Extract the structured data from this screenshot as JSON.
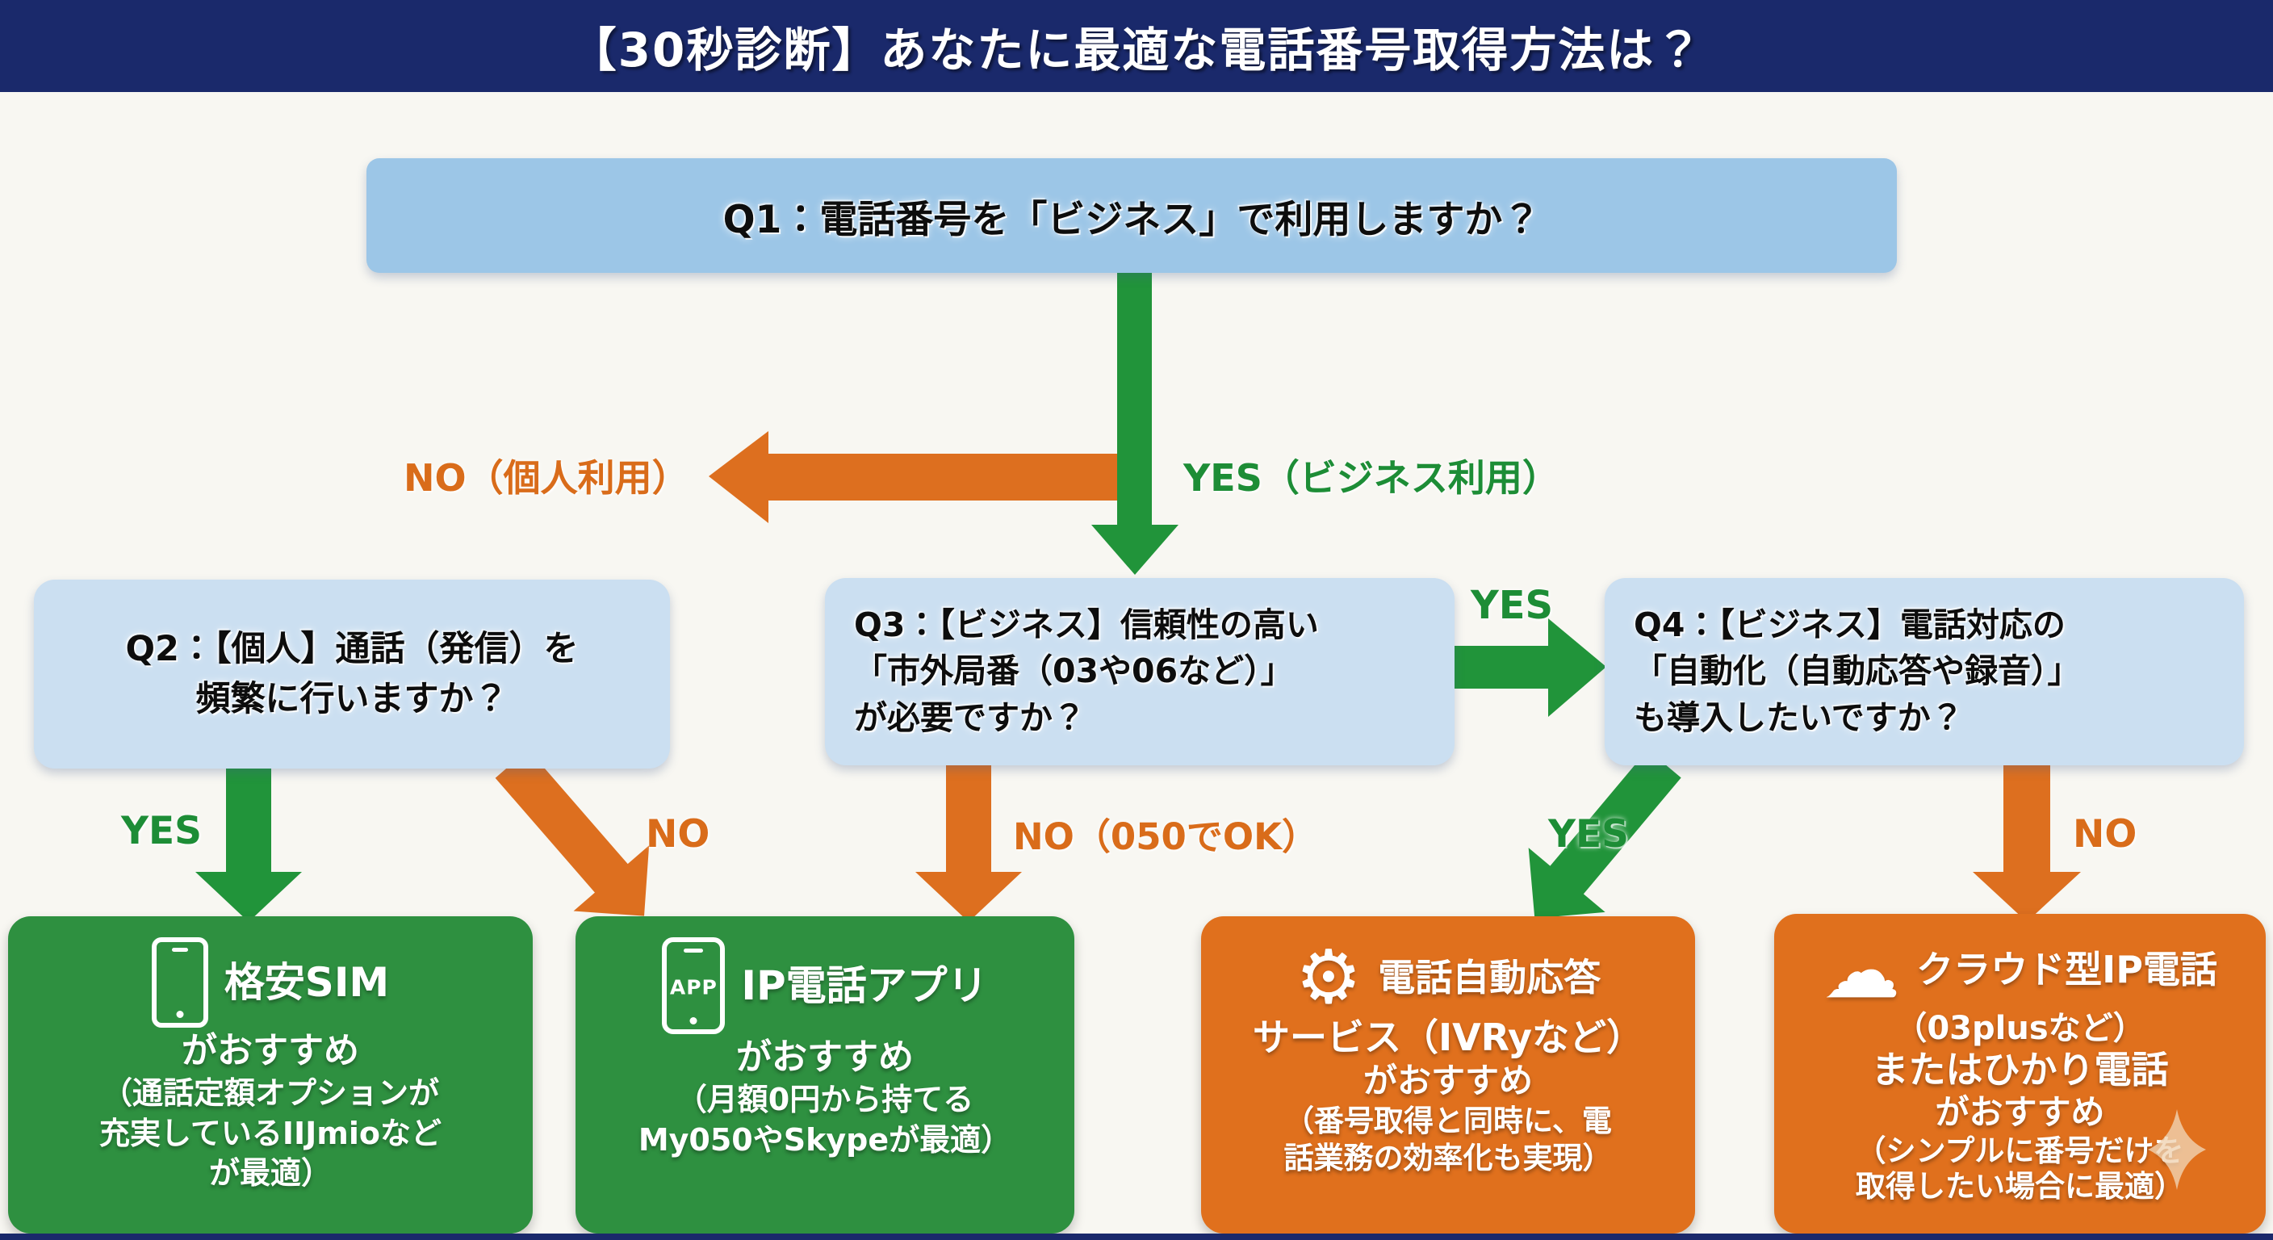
{
  "colors": {
    "navy": "#1a296b",
    "bg": "#f8f7f2",
    "q1_blue": "#9cc6e7",
    "q_blue": "#cbdff1",
    "green": "#21943a",
    "green_label": "#1d8d36",
    "orange": "#dd6f1f",
    "orange_label": "#d96c1a",
    "green_box": "#2e9040",
    "orange_box": "#e0701d",
    "sparkle": "#f0d3b3",
    "white": "#ffffff",
    "text_dark": "#0d0d0d"
  },
  "header": {
    "title": "【30秒診断】あなたに最適な電話番号取得方法は？"
  },
  "questions": {
    "q1": {
      "text": "Q1：電話番号を「ビジネス」で利用しますか？"
    },
    "q2": {
      "line1": "Q2：【個人】通話（発信）を",
      "line2": "頻繁に行いますか？"
    },
    "q3": {
      "line1": "Q3：【ビジネス】信頼性の高い",
      "line2": "「市外局番（03や06など）」",
      "line3": "が必要ですか？"
    },
    "q4": {
      "line1": "Q4：【ビジネス】電話対応の",
      "line2": "「自動化（自動応答や録音）」",
      "line3": "も導入したいですか？"
    }
  },
  "labels": {
    "q1_no": "NO（個人利用）",
    "q1_yes": "YES（ビジネス利用）",
    "q2_yes": "YES",
    "q2_no": "NO",
    "q3_yes": "YES",
    "q3_no": "NO（050でOK）",
    "q4_yes": "YES",
    "q4_no": "NO"
  },
  "results": [
    {
      "icon": "smartphone-icon",
      "title_lines": [
        "格安SIM"
      ],
      "sub_lines": [
        "がおすすめ"
      ],
      "note_lines": [
        "（通話定額オプションが",
        "充実しているIIJmioなど",
        "が最適）"
      ]
    },
    {
      "icon": "app-phone-icon",
      "icon_label": "APP",
      "title_lines": [
        "IP電話アプリ"
      ],
      "sub_lines": [
        "がおすすめ"
      ],
      "note_lines": [
        "（月額0円から持てる",
        "My050やSkypeが最適）"
      ]
    },
    {
      "icon": "gear-icon",
      "icon_glyph": "⚙",
      "title_lines": [
        "電話自動応答",
        "サービス（IVRyなど）"
      ],
      "sub_lines": [
        "がおすすめ"
      ],
      "note_lines": [
        "（番号取得と同時に、電",
        "話業務の効率化も実現）"
      ]
    },
    {
      "icon": "cloud-icon",
      "icon_glyph": "☁",
      "title_lines": [
        "クラウド型IP電話"
      ],
      "mid_lines": [
        "（03plusなど）"
      ],
      "title_lines2": [
        "またはひかり電話"
      ],
      "sub_lines": [
        "がおすすめ"
      ],
      "note_lines": [
        "（シンプルに番号だけを",
        "取得したい場合に最適）"
      ]
    }
  ]
}
